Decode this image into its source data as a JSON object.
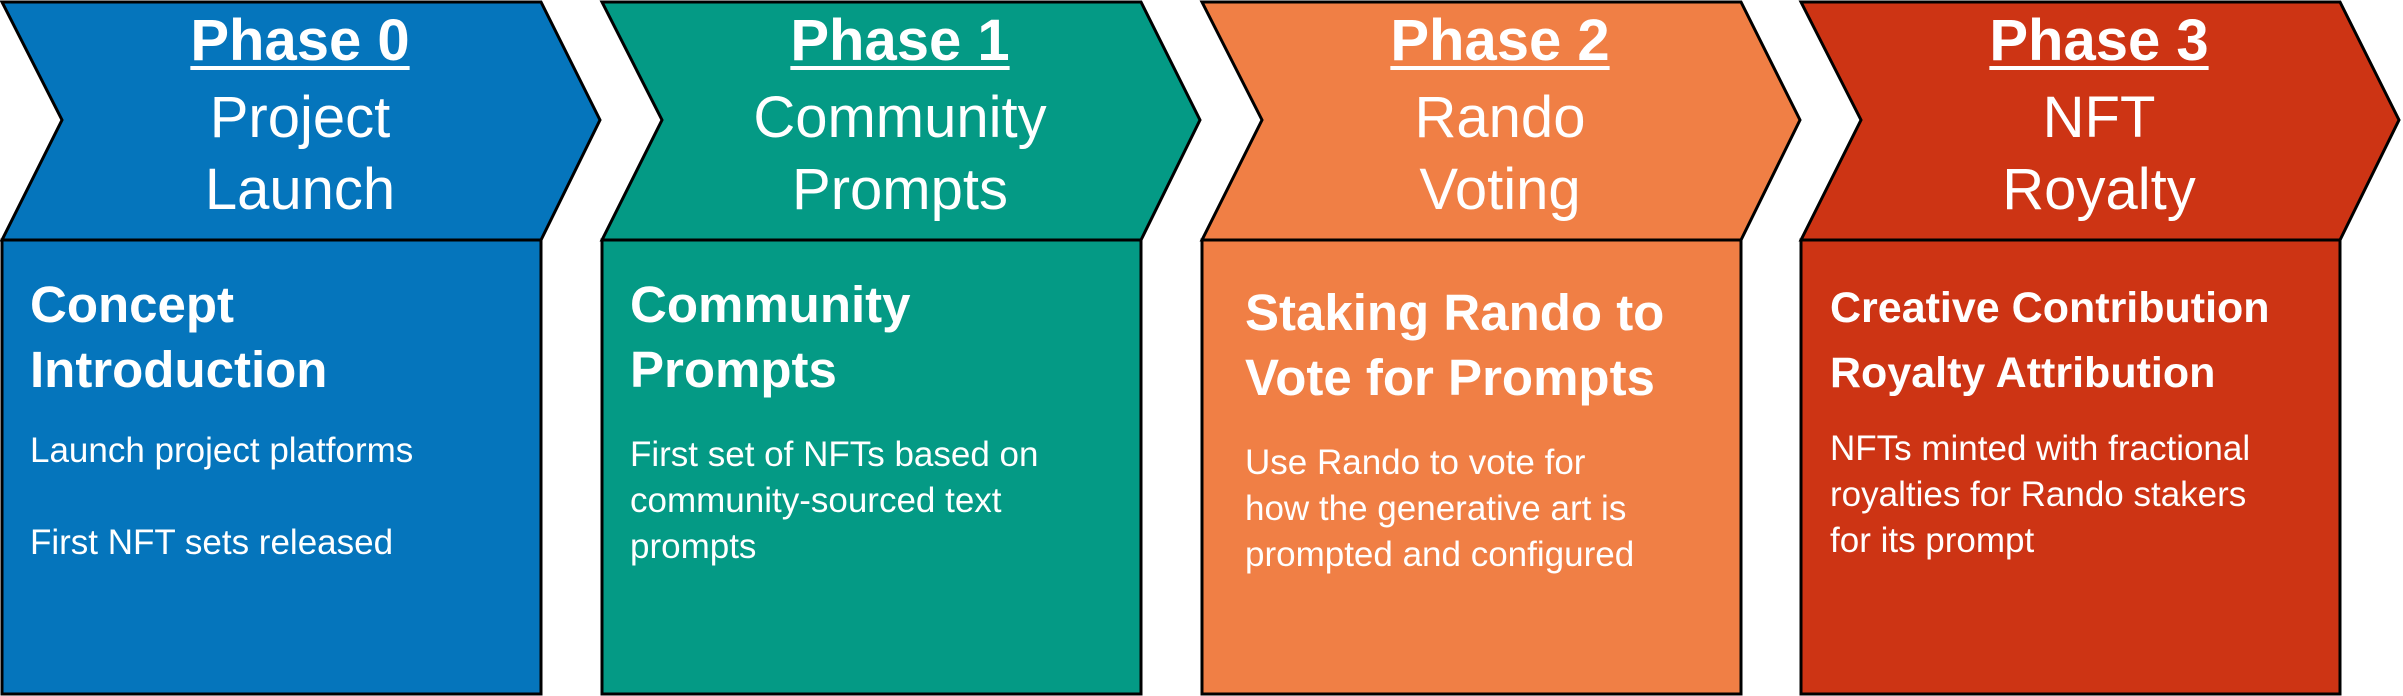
{
  "colors": {
    "phase0": "#0575BC",
    "phase1": "#049A85",
    "phase2": "#F07F45",
    "phase3": "#CD3414",
    "outline": "#000000",
    "text": "#FFFFFF"
  },
  "phases": [
    {
      "number": "Phase 0",
      "name_line1": "Project",
      "name_line2": "Launch",
      "heading_line1": "Concept",
      "heading_line2": "Introduction",
      "para1": "Launch project platforms",
      "para2": "First NFT sets released"
    },
    {
      "number": "Phase 1",
      "name_line1": "Community",
      "name_line2": "Prompts",
      "heading_line1": "Community",
      "heading_line2": "Prompts",
      "para1_line1": "First set of NFTs based on",
      "para1_line2": "community-sourced text",
      "para1_line3": "prompts"
    },
    {
      "number": "Phase 2",
      "name_line1": "Rando",
      "name_line2": "Voting",
      "heading_line1": "Staking Rando to",
      "heading_line2": "Vote for Prompts",
      "para1_line1": "Use Rando to vote for",
      "para1_line2": "how the generative art is",
      "para1_line3": "prompted and configured"
    },
    {
      "number": "Phase 3",
      "name_line1": "NFT",
      "name_line2": "Royalty",
      "heading_line1": "Creative Contribution",
      "heading_line2": "Royalty Attribution",
      "para1_line1": "NFTs minted with fractional",
      "para1_line2": "royalties for Rando stakers",
      "para1_line3": "for its prompt"
    }
  ]
}
